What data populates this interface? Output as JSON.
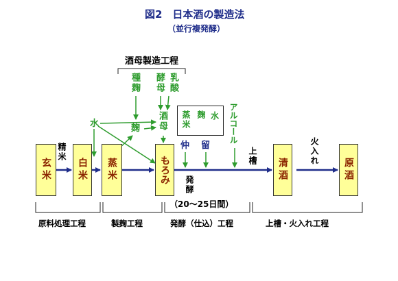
{
  "header": {
    "title": "図2　日本酒の製造法",
    "subtitle": "（並行複発酵）"
  },
  "shubo_section": {
    "label": "酒母製造工程",
    "inputs": [
      "種麹",
      "酵母",
      "乳酸"
    ],
    "product": "酒母"
  },
  "ingredients": {
    "water": "水",
    "koji": "麹"
  },
  "boxes": [
    "玄米",
    "白米",
    "蒸米",
    "もろみ",
    "清酒",
    "原酒"
  ],
  "steps": {
    "polish": "精米",
    "sake_press": "上槽",
    "pasteurize": "火入れ",
    "ferment": "発酵",
    "ferment_days": "（20〜25日間）"
  },
  "additions": {
    "box_items": [
      "蒸米",
      "麹",
      "水"
    ],
    "naka": "仲",
    "tome": "留",
    "alcohol": "アルコール"
  },
  "stages": [
    "原料処理工程",
    "製麹工程",
    "発酵（仕込）工程",
    "上槽・火入れ工程"
  ],
  "colors": {
    "navy": "#1f2d8a",
    "green": "#2e9c2e",
    "box_fill": "#ffff99",
    "brown_text": "#8b2500"
  }
}
